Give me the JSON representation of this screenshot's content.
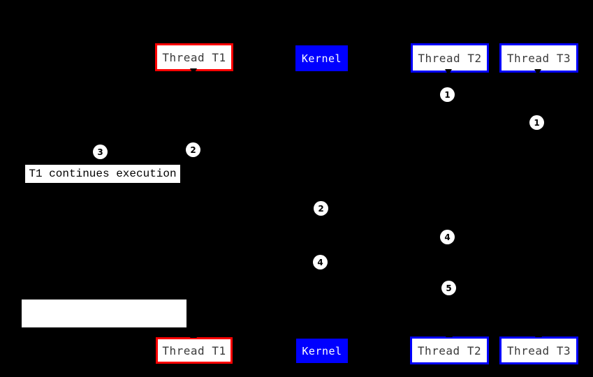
{
  "colors": {
    "background": "#000000",
    "thread_t1_border": "#ff0000",
    "thread_t2_t3_border": "#0000ff",
    "kernel_fill": "#0000ff",
    "box_text": "#3a3a3a",
    "kernel_text": "#ffffff"
  },
  "boxes": {
    "thread_t1": "Thread T1",
    "kernel": "Kernel",
    "thread_t2": "Thread T2",
    "thread_t3": "Thread T3"
  },
  "steps": {
    "s1": "1",
    "s2": "2",
    "s3": "3",
    "s4": "4",
    "s5": "5"
  },
  "labels": {
    "t1_continues": "T1 continues execution"
  }
}
